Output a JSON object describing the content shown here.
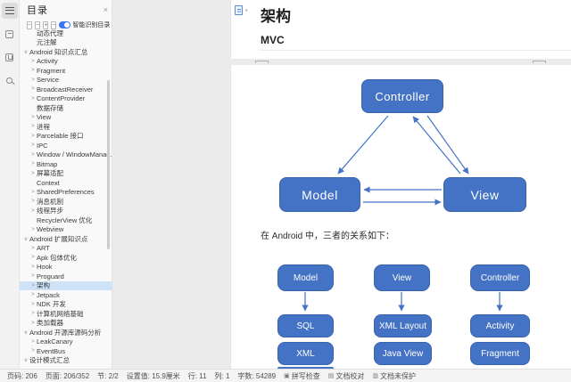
{
  "colors": {
    "accent_blue": "#4472c4",
    "selection_blue": "#cfe3f8",
    "toggle_blue": "#3b76f6"
  },
  "icons": {
    "chevron_collapsed": ">",
    "chevron_expanded": "∨",
    "close": "×",
    "dropdown_caret": "▾",
    "spellcheck_glyph": "▣",
    "proof_glyph": "▤",
    "protect_glyph": "▥"
  },
  "left_toolbar": {
    "items": [
      {
        "name": "toc-panel",
        "active": true
      },
      {
        "name": "page-thumbnails",
        "active": false
      },
      {
        "name": "bookmarks",
        "active": false
      },
      {
        "name": "find-search",
        "active": false
      }
    ]
  },
  "sidebar": {
    "title": "目录",
    "buttons": [
      "−",
      "−",
      "+",
      "−"
    ],
    "smart_toggle_label": "智能识别目录",
    "items": [
      {
        "label": "动态代理",
        "indent": 1,
        "chevron": "none"
      },
      {
        "label": "元注解",
        "indent": 1,
        "chevron": "none"
      },
      {
        "label": "Android 知识点汇总",
        "indent": 0,
        "chevron": "expanded"
      },
      {
        "label": "Activity",
        "indent": 1,
        "chevron": "collapsed"
      },
      {
        "label": "Fragment",
        "indent": 1,
        "chevron": "collapsed"
      },
      {
        "label": "Service",
        "indent": 1,
        "chevron": "collapsed"
      },
      {
        "label": "BroadcastReceiver",
        "indent": 1,
        "chevron": "collapsed"
      },
      {
        "label": "ContentProvider",
        "indent": 1,
        "chevron": "collapsed"
      },
      {
        "label": "数据存储",
        "indent": 1,
        "chevron": "none"
      },
      {
        "label": "View",
        "indent": 1,
        "chevron": "collapsed"
      },
      {
        "label": "进程",
        "indent": 1,
        "chevron": "collapsed"
      },
      {
        "label": "Parcelable 接口",
        "indent": 1,
        "chevron": "collapsed"
      },
      {
        "label": "IPC",
        "indent": 1,
        "chevron": "collapsed"
      },
      {
        "label": "Window / WindowManag...",
        "indent": 1,
        "chevron": "collapsed"
      },
      {
        "label": "Bitmap",
        "indent": 1,
        "chevron": "collapsed"
      },
      {
        "label": "屏幕适配",
        "indent": 1,
        "chevron": "collapsed"
      },
      {
        "label": "Context",
        "indent": 1,
        "chevron": "none"
      },
      {
        "label": "SharedPreferences",
        "indent": 1,
        "chevron": "collapsed"
      },
      {
        "label": "消息机制",
        "indent": 1,
        "chevron": "collapsed"
      },
      {
        "label": "线程异步",
        "indent": 1,
        "chevron": "collapsed"
      },
      {
        "label": "RecyclerView 优化",
        "indent": 1,
        "chevron": "none"
      },
      {
        "label": "Webview",
        "indent": 1,
        "chevron": "collapsed"
      },
      {
        "label": "Android 扩展知识点",
        "indent": 0,
        "chevron": "expanded"
      },
      {
        "label": "ART",
        "indent": 1,
        "chevron": "collapsed"
      },
      {
        "label": "Apk 包体优化",
        "indent": 1,
        "chevron": "collapsed"
      },
      {
        "label": "Hook",
        "indent": 1,
        "chevron": "collapsed"
      },
      {
        "label": "Proguard",
        "indent": 1,
        "chevron": "collapsed"
      },
      {
        "label": "架构",
        "indent": 1,
        "chevron": "collapsed",
        "selected": true
      },
      {
        "label": "Jetpack",
        "indent": 1,
        "chevron": "collapsed"
      },
      {
        "label": "NDK 开发",
        "indent": 1,
        "chevron": "collapsed"
      },
      {
        "label": "计算机网络基础",
        "indent": 1,
        "chevron": "collapsed"
      },
      {
        "label": "类加载器",
        "indent": 1,
        "chevron": "collapsed"
      },
      {
        "label": "Android 开源库源码分析",
        "indent": 0,
        "chevron": "expanded"
      },
      {
        "label": "LeakCanary",
        "indent": 1,
        "chevron": "collapsed"
      },
      {
        "label": "EventBus",
        "indent": 1,
        "chevron": "collapsed"
      },
      {
        "label": "设计模式汇总",
        "indent": 0,
        "chevron": "expanded"
      }
    ]
  },
  "document": {
    "heading": "架构",
    "subheading": "MVC",
    "body_text": "在 Android 中，三者的关系如下：",
    "mvc_triangle": {
      "controller": "Controller",
      "model": "Model",
      "view": "View"
    },
    "relation_diagram": {
      "columns": [
        {
          "header": "Model",
          "children": [
            "SQL",
            "XML"
          ]
        },
        {
          "header": "View",
          "children": [
            "XML Layout",
            "Java View"
          ]
        },
        {
          "header": "Controller",
          "children": [
            "Activity",
            "Fragment"
          ]
        }
      ]
    }
  },
  "status_bar": {
    "fields": [
      "页码: 206",
      "页面: 206/352",
      "节: 2/2",
      "设置值: 15.9厘米",
      "行: 11",
      "列: 1",
      "字数: 54289"
    ],
    "tools": [
      "拼写检查",
      "文档校对",
      "文档未保护"
    ]
  }
}
